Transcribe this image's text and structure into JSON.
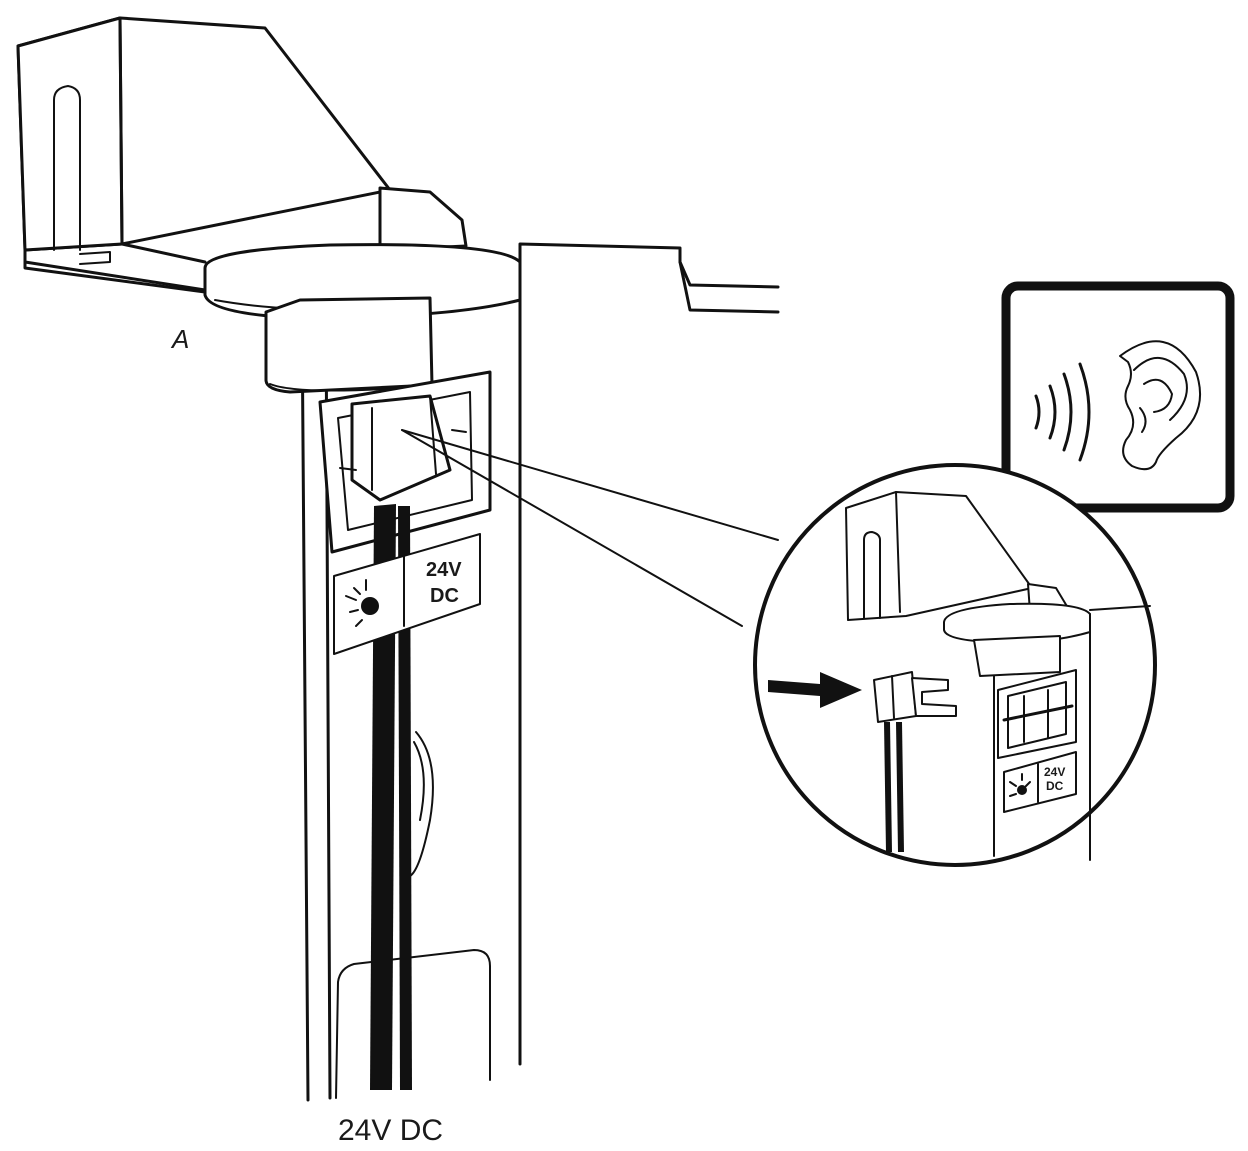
{
  "diagram": {
    "label_a": "A",
    "label_cable": "24V DC",
    "panel_label_line1": "24V",
    "panel_label_line2": "DC",
    "inset_label_line1": "24V",
    "inset_label_line2": "DC",
    "icons": {
      "panel_light": "sun-icon",
      "sound": "ear-sound-icon",
      "arrow": "right-arrow-icon"
    },
    "colors": {
      "line": "#111111",
      "background": "#ffffff"
    }
  }
}
